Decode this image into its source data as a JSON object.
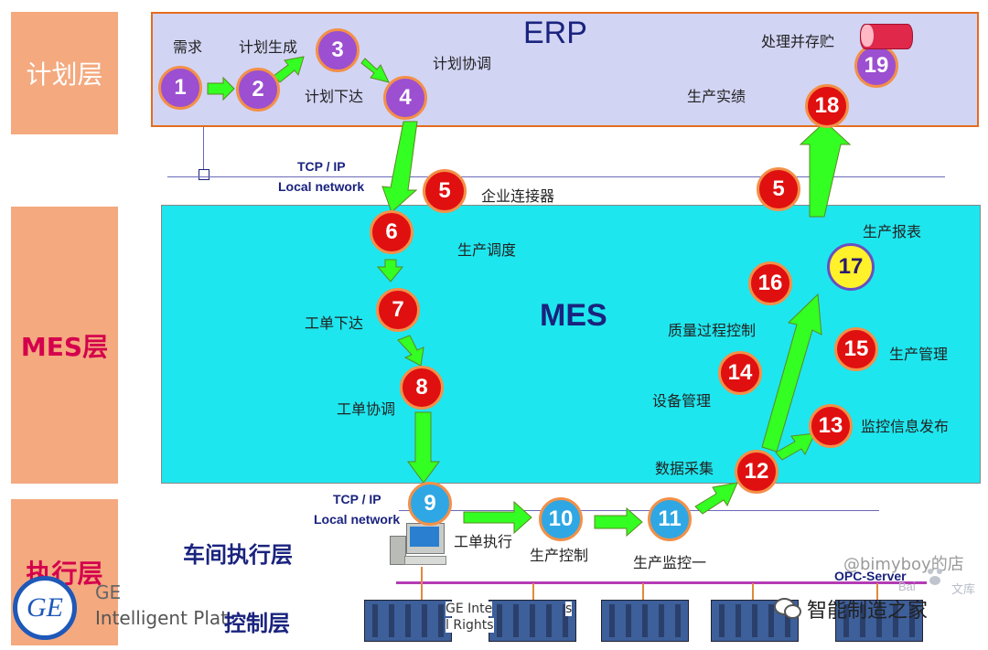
{
  "layers": {
    "plan": "计划层",
    "mes": "MES层",
    "exec": "执行层",
    "workshop": "车间执行层",
    "control": "控制层"
  },
  "erp": {
    "title": "ERP"
  },
  "mes": {
    "title": "MES"
  },
  "network": {
    "top_tcp": "TCP / IP",
    "top_local": "Local network",
    "bottom_tcp": "TCP / IP",
    "bottom_local": "Local network",
    "opc": "OPC-Server"
  },
  "labels": {
    "xuqiu": "需求",
    "jihua_shengcheng": "计划生成",
    "jihua_xieitiao": "计划协调",
    "jihua_xiada": "计划下达",
    "chuli": "处理并存贮",
    "shengchan_shiji": "生产实绩",
    "qiye": "企业连接器",
    "shengchan_diaodu": "生产调度",
    "shengchan_baobiao": "生产报表",
    "gongdan_xiada": "工单下达",
    "zhiliang": "质量过程控制",
    "shengchan_guanli": "生产管理",
    "gongdan_xietiao": "工单协调",
    "shebei": "设备管理",
    "jiankong_xinxi": "监控信息发布",
    "shuju": "数据采集",
    "gongdan_zhixing": "工单执行",
    "shengchan_kongzhi": "生产控制",
    "shengchan_jiankong": "生产监控一"
  },
  "nodes": [
    "1",
    "2",
    "3",
    "4",
    "5",
    "6",
    "7",
    "8",
    "9",
    "10",
    "11",
    "12",
    "13",
    "14",
    "15",
    "16",
    "17",
    "18",
    "19",
    "5"
  ],
  "footer": {
    "ge_line1": "GE",
    "ge_line2": "Intelligent Plat",
    "ge_copy1": "GE Inte",
    "ge_copy2": "s",
    "ge_copy3": "l Rights",
    "watermark1": "@bimyboy的店",
    "watermark2": "Bai",
    "watermark3": "文库",
    "brand": "智能制造之家"
  },
  "colors": {
    "plan_layer": "#f4a97f",
    "erp_bg": "#d2d4f4",
    "mes_bg": "#1ee6ee",
    "arrow": "#33ff22",
    "mes_label": "#d4004c"
  }
}
